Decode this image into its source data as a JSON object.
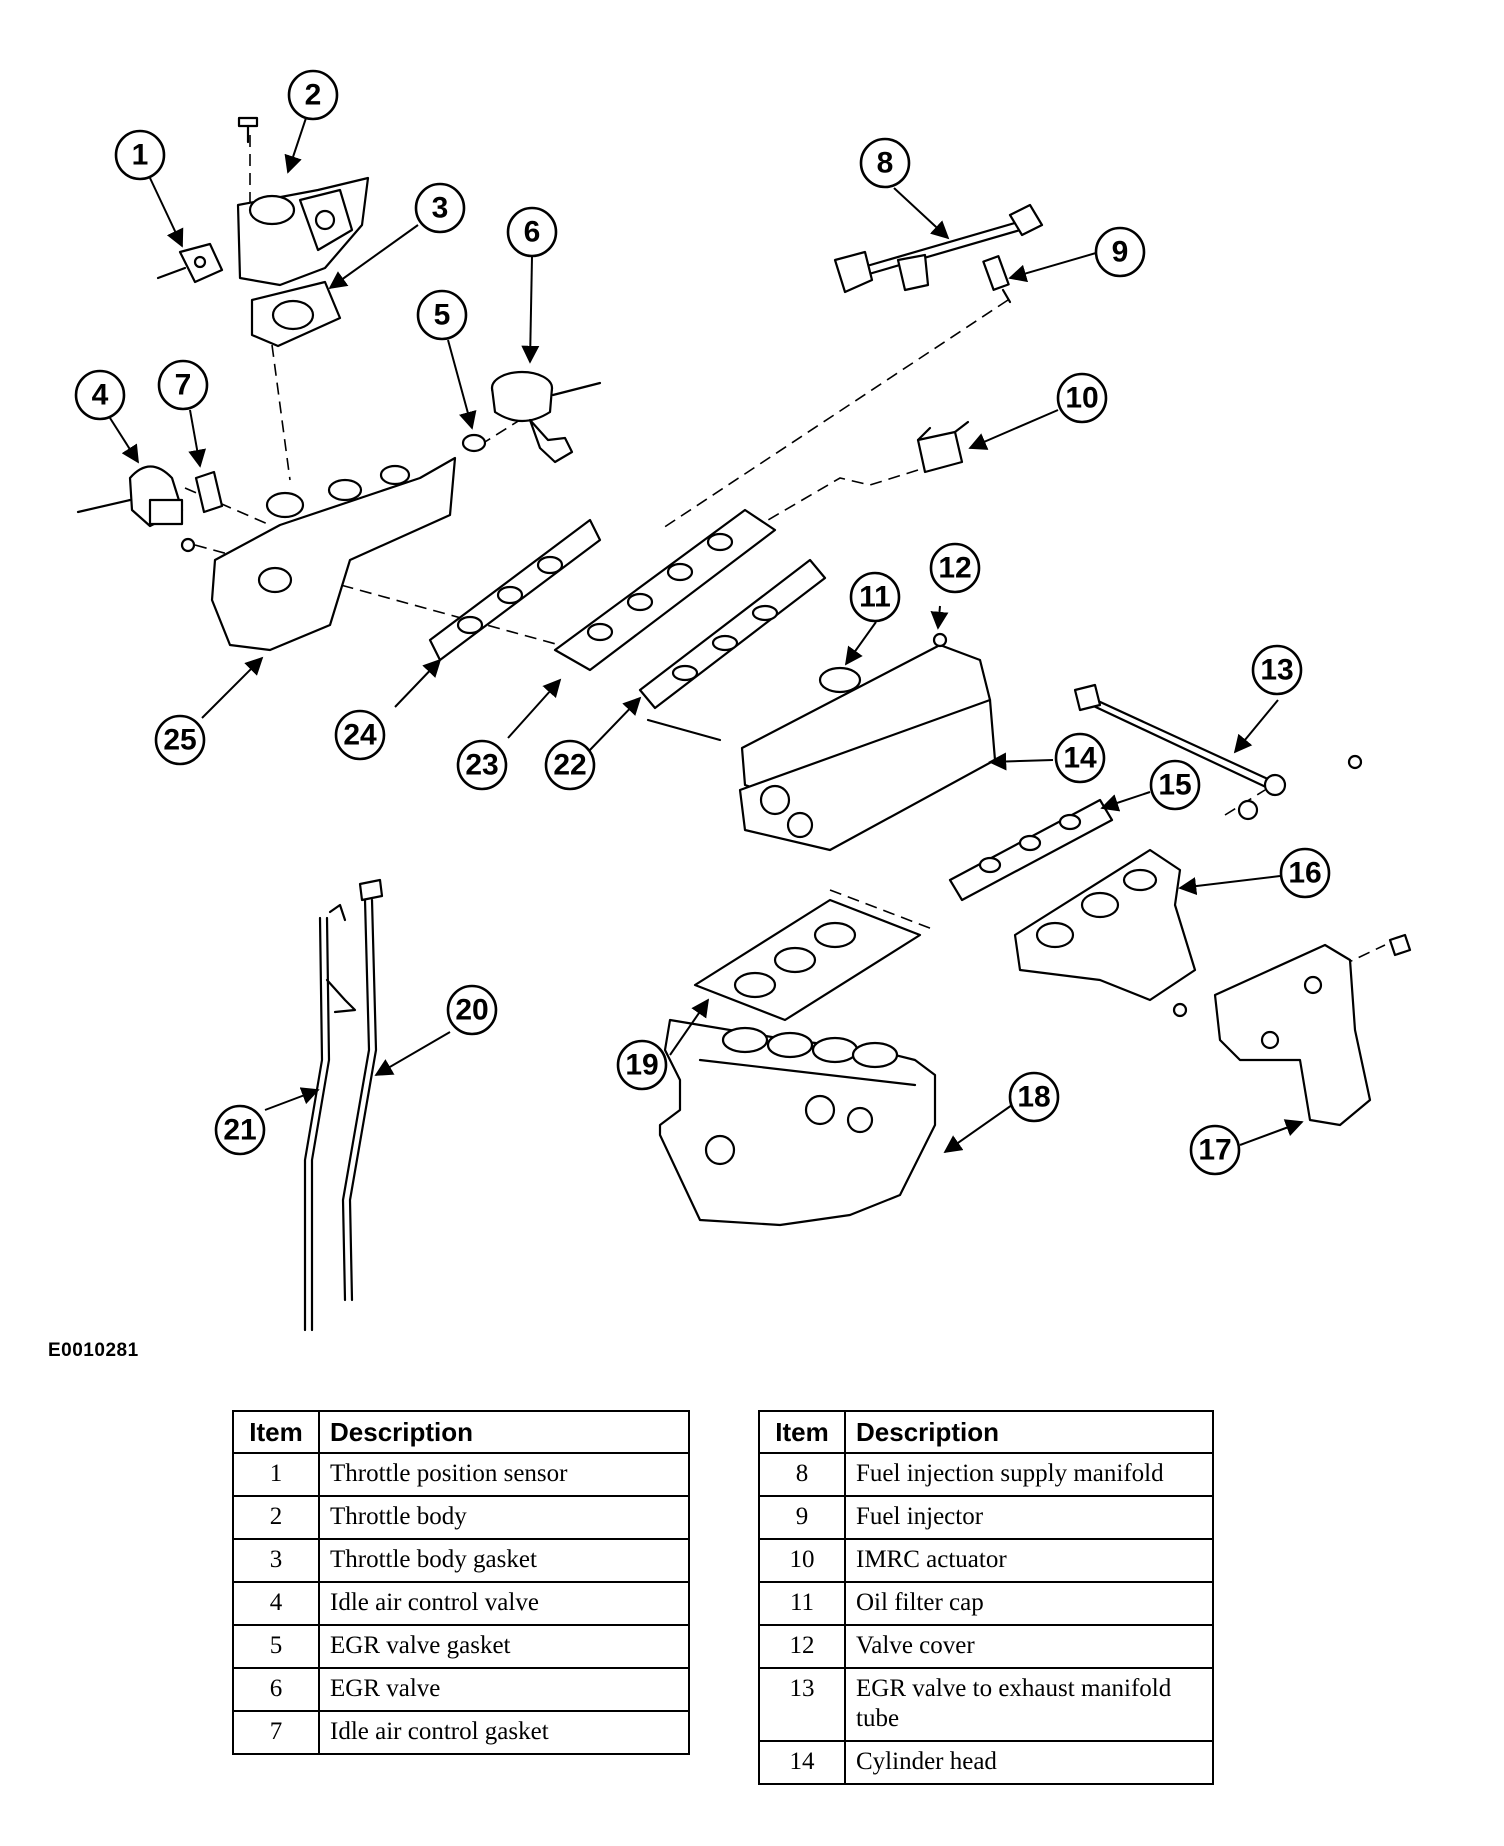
{
  "figure_id": "E0010281",
  "callouts": [
    "1",
    "2",
    "3",
    "4",
    "5",
    "6",
    "7",
    "8",
    "9",
    "10",
    "11",
    "12",
    "13",
    "14",
    "15",
    "16",
    "17",
    "18",
    "19",
    "20",
    "21",
    "22",
    "23",
    "24",
    "25"
  ],
  "tables": [
    {
      "header_item": "Item",
      "header_description": "Description",
      "rows": [
        {
          "item": "1",
          "description": "Throttle position sensor"
        },
        {
          "item": "2",
          "description": "Throttle body"
        },
        {
          "item": "3",
          "description": "Throttle body gasket"
        },
        {
          "item": "4",
          "description": "Idle air control valve"
        },
        {
          "item": "5",
          "description": "EGR valve gasket"
        },
        {
          "item": "6",
          "description": "EGR valve"
        },
        {
          "item": "7",
          "description": "Idle air control gasket"
        }
      ]
    },
    {
      "header_item": "Item",
      "header_description": "Description",
      "rows": [
        {
          "item": "8",
          "description": "Fuel injection supply manifold"
        },
        {
          "item": "9",
          "description": "Fuel injector"
        },
        {
          "item": "10",
          "description": "IMRC actuator"
        },
        {
          "item": "11",
          "description": "Oil filter cap"
        },
        {
          "item": "12",
          "description": "Valve cover"
        },
        {
          "item": "13",
          "description": "EGR valve to exhaust manifold tube"
        },
        {
          "item": "14",
          "description": "Cylinder head"
        }
      ]
    }
  ]
}
